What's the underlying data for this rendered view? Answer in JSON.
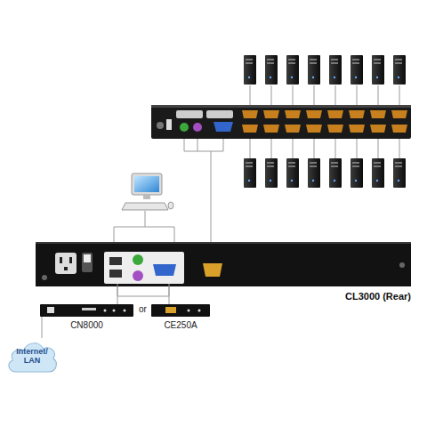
{
  "diagram": {
    "nodes": [
      {
        "text": [
          "CL3000 (Rear)"
        ]
      },
      {
        "text": [
          "CN8000"
        ]
      },
      {
        "text": [
          "CE250A"
        ]
      },
      {
        "text": [
          "Internet/ LAN"
        ]
      }
    ],
    "edges": [
      {
        "from": 1,
        "to": 0,
        "arrow": "none"
      },
      {
        "from": 2,
        "to": 0,
        "arrow": "none"
      },
      {
        "from": 3,
        "to": 1,
        "arrow": "none"
      }
    ],
    "labels": [
      "or"
    ]
  }
}
